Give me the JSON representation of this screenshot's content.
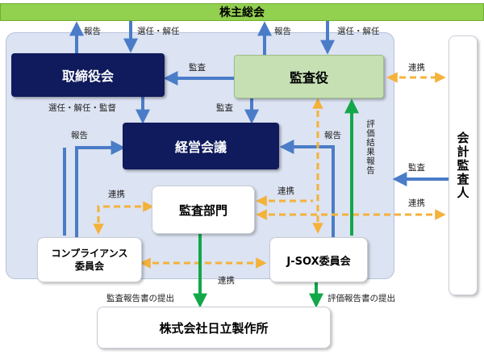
{
  "nodes": {
    "shareholders": "株主総会",
    "board": "取締役会",
    "auditors": "監査役",
    "management": "経営会議",
    "audit_dept": "監査部門",
    "compliance": "コンプライアンス\n委員会",
    "jsox": "J-SOX委員会",
    "company": "株式会社日立製作所",
    "external_auditor": "会計監査人"
  },
  "labels": {
    "report_1": "報告",
    "elect_1": "選任・解任",
    "report_2": "報告",
    "elect_2": "選任・解任",
    "audit_board": "監査",
    "elect_supervise": "選任・解任・監督",
    "audit_mgmt": "監査",
    "report_mgmt": "報告",
    "report_jsox": "報告",
    "coop_auditor_ext": "連携",
    "eval_result_report": "評価結果報告",
    "audit_ext": "監査",
    "coop_dept_comp": "連携",
    "coop_dept_ext": "連携",
    "coop_dept_jsox": "連携",
    "coop_comp_jsox": "連携",
    "submit_audit_report": "監査報告書の提出",
    "submit_eval_report": "評価報告書の提出"
  },
  "colors": {
    "green_bar": "#92d050",
    "navy": "#0f1b5c",
    "light_green": "#c6e0b4",
    "panel": "#dce3f2",
    "blue_arrow": "#4a7cc8",
    "orange_dash": "#f4b23b",
    "green_arrow": "#12a84a"
  }
}
